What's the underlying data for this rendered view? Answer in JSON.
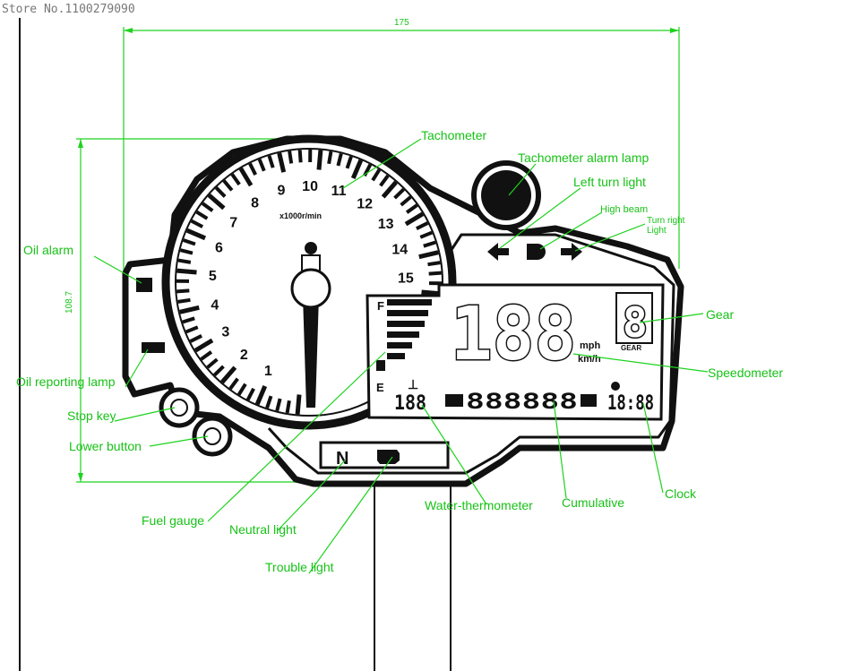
{
  "watermark": "Store No.1100279090",
  "dimensions": {
    "width_label": "175",
    "height_label": "108.7"
  },
  "gauge": {
    "scale_label": "x1000r/min",
    "numbers": [
      "1",
      "2",
      "3",
      "4",
      "5",
      "6",
      "7",
      "8",
      "9",
      "10",
      "11",
      "12",
      "13",
      "14",
      "15"
    ]
  },
  "display": {
    "speed_digits": "188",
    "speed_units": [
      "mph",
      "km/h"
    ],
    "odometer_digits": "888888",
    "water_temp_digits": "188",
    "clock_digits": "18:88",
    "gear_digit": "8",
    "gear_text": "GEAR",
    "fuel_marks": [
      "F",
      "E"
    ]
  },
  "indicators": {
    "neutral": "N"
  },
  "labels": {
    "tachometer": "Tachometer",
    "tachometer_alarm_lamp": "Tachometer alarm lamp",
    "left_turn_light": "Left turn light",
    "high_beam": "High beam",
    "turn_right_light_1": "Turn right",
    "turn_right_light_2": "Light",
    "gear": "Gear",
    "speedometer": "Speedometer",
    "oil_alarm": "Oil alarm",
    "oil_reporting_lamp": "Oil reporting lamp",
    "stop_key": "Stop key",
    "lower_button": "Lower button",
    "fuel_gauge": "Fuel gauge",
    "neutral_light": "Neutral light",
    "trouble_light": "Trouble light",
    "water_thermometer": "Water-thermometer",
    "cumulative": "Cumulative",
    "clock": "Clock"
  },
  "colors": {
    "annotation": "#17c217",
    "outline": "#111111",
    "watermark": "#777777"
  }
}
